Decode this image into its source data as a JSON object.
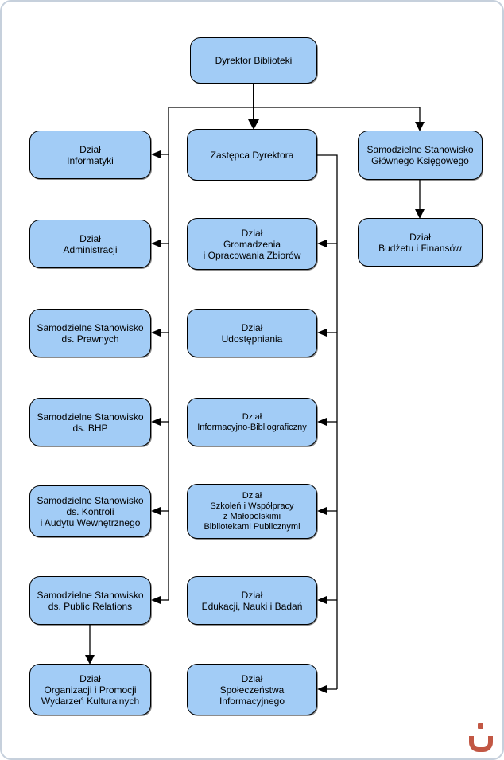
{
  "diagram": {
    "type": "org-chart",
    "nodes": {
      "dyrektor": {
        "label": "Dyrektor Biblioteki"
      },
      "zastepca": {
        "label": "Zastępca Dyrektora"
      },
      "ksiegowy": {
        "label": "Samodzielne Stanowisko\nGłównego Księgowego"
      },
      "informatyki": {
        "label": "Dział\nInformatyki"
      },
      "administracji": {
        "label": "Dział\nAdministracji"
      },
      "prawnych": {
        "label": "Samodzielne Stanowisko\nds. Prawnych"
      },
      "bhp": {
        "label": "Samodzielne Stanowisko\nds. BHP"
      },
      "kontroli": {
        "label": "Samodzielne Stanowisko\nds. Kontroli\ni Audytu Wewnętrznego"
      },
      "public_relations": {
        "label": "Samodzielne Stanowisko\nds. Public Relations"
      },
      "organizacji": {
        "label": "Dział\nOrganizacji i Promocji\nWydarzeń Kulturalnych"
      },
      "gromadzenia": {
        "label": "Dział\nGromadzenia\ni Opracowania Zbiorów"
      },
      "udostepniania": {
        "label": "Dział\nUdostępniania"
      },
      "informacyjno": {
        "label": "Dział\nInformacyjno-Bibliograficzny"
      },
      "szkolen": {
        "label": "Dział\nSzkoleń i Współpracy\nz Małopolskimi\nBibliotekami Publicznymi"
      },
      "edukacji": {
        "label": "Dział\nEdukacji, Nauki i Badań"
      },
      "spoleczenstwa": {
        "label": "Dział\nSpołeczeństwa\nInformacyjnego"
      },
      "budzetu": {
        "label": "Dział\nBudżetu i Finansów"
      }
    },
    "colors": {
      "node_fill": "#a2ccf6",
      "node_border": "#000000",
      "connector": "#000000",
      "page_border": "#c6d0dc",
      "logo": "#c25744"
    }
  }
}
